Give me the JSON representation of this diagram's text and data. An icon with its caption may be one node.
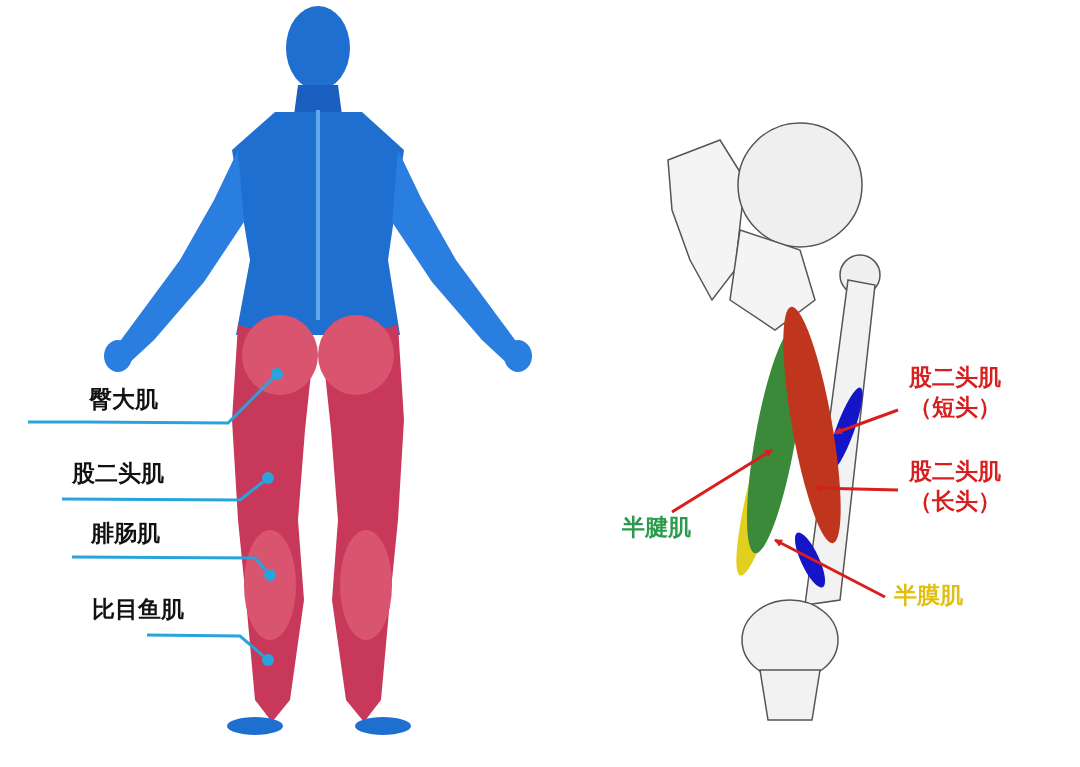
{
  "diagram": {
    "nodes": [
      {
        "text": [
          "臀大肌"
        ]
      },
      {
        "text": [],
        "shape": "circle"
      },
      {
        "text": [
          "股二头肌"
        ]
      },
      {
        "text": [],
        "shape": "circle"
      },
      {
        "text": [
          "腓肠肌"
        ]
      },
      {
        "text": [],
        "shape": "circle"
      },
      {
        "text": [
          "比目鱼肌"
        ]
      },
      {
        "text": [],
        "shape": "circle"
      },
      {
        "text": [
          "股二头肌",
          "（短头）"
        ]
      },
      {
        "text": [
          "股二头肌",
          "（长头）"
        ]
      },
      {
        "text": [
          "半腱肌"
        ]
      },
      {
        "text": [
          "半膜肌"
        ]
      }
    ],
    "edges": [
      {
        "from": 0,
        "to": 1,
        "arrow": "none"
      },
      {
        "from": 2,
        "to": 3,
        "arrow": "none"
      },
      {
        "from": 4,
        "to": 5,
        "arrow": "none"
      },
      {
        "from": 6,
        "to": 7,
        "arrow": "none"
      },
      {
        "from": 8,
        "to": null,
        "arrow": "to",
        "color": "#d71f1f"
      },
      {
        "from": 9,
        "to": null,
        "arrow": "to",
        "color": "#d71f1f"
      },
      {
        "from": 10,
        "to": null,
        "arrow": "to",
        "color": "#d71f1f"
      },
      {
        "from": 11,
        "to": null,
        "arrow": "to",
        "color": "#d71f1f"
      }
    ]
  }
}
